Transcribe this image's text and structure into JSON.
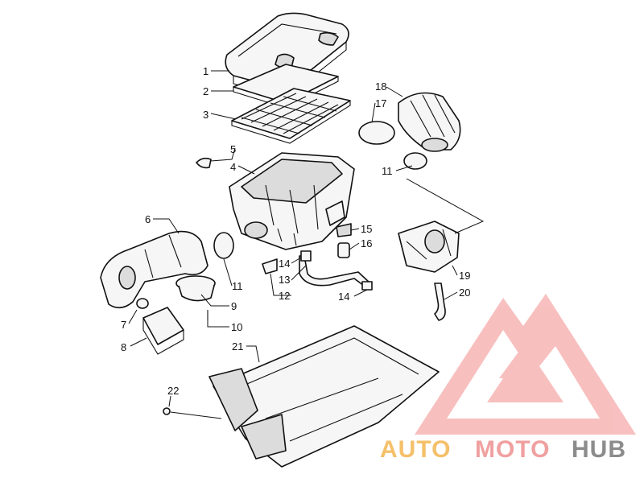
{
  "callouts": {
    "c1": "1",
    "c2": "2",
    "c3": "3",
    "c4": "4",
    "c5": "5",
    "c6": "6",
    "c7": "7",
    "c8": "8",
    "c9": "9",
    "c10": "10",
    "c11a": "11",
    "c11b": "11",
    "c12": "12",
    "c13": "13",
    "c14a": "14",
    "c14b": "14",
    "c15": "15",
    "c16": "16",
    "c17": "17",
    "c18": "18",
    "c19": "19",
    "c20": "20",
    "c21": "21",
    "c22": "22"
  },
  "watermark": {
    "word1": "AUTO",
    "word2": "MOTO",
    "word3": "HUB",
    "color_auto": "#f5c06a",
    "color_moto": "#f0a0a0",
    "color_hub": "#8c8c8c",
    "logo_color": "#f26b6b",
    "logo_icon": "mountain-triangle-logo-icon"
  }
}
